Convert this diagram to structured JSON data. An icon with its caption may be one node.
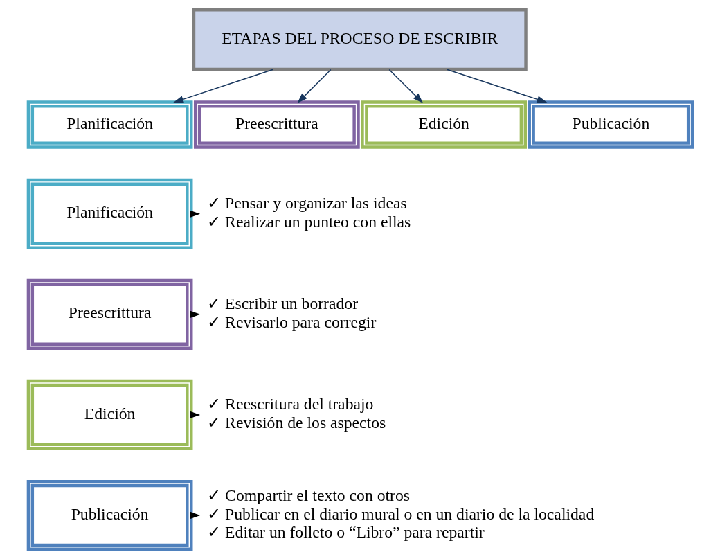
{
  "diagram": {
    "nodes": [
      {
        "text": [
          "ETAPAS DEL PROCESO DE ESCRIBIR"
        ]
      },
      {
        "text": [
          "Planificación"
        ]
      },
      {
        "text": [
          "Preescrittura"
        ]
      },
      {
        "text": [
          "Edición"
        ]
      },
      {
        "text": [
          "Publicación"
        ]
      },
      {
        "text": [
          "Planificación"
        ]
      },
      {
        "text": [
          "Preescrittura"
        ]
      },
      {
        "text": [
          "Edición"
        ]
      },
      {
        "text": [
          "Publicación"
        ]
      },
      {
        "text": [
          "✓ Pensar y organizar las ideas",
          "✓ Realizar un punteo con ellas"
        ]
      },
      {
        "text": [
          "✓ Escribir un borrador",
          "✓ Revisarlo para corregir"
        ]
      },
      {
        "text": [
          "✓ Reescritura del trabajo",
          "✓ Revisión de los aspectos"
        ]
      },
      {
        "text": [
          "✓ Compartir el texto con otros",
          "✓ Publicar en el diario mural o en un diario de la localidad",
          "✓ Editar un folleto o “Libro” para repartir"
        ]
      }
    ],
    "edges": [
      {
        "from": 0,
        "to": 1,
        "arrow": "to",
        "color": "#17365d"
      },
      {
        "from": 0,
        "to": 2,
        "arrow": "to",
        "color": "#17365d"
      },
      {
        "from": 0,
        "to": 3,
        "arrow": "to",
        "color": "#17365d"
      },
      {
        "from": 0,
        "to": 4,
        "arrow": "to",
        "color": "#17365d"
      },
      {
        "from": 5,
        "to": 9,
        "arrow": "to"
      },
      {
        "from": 6,
        "to": 10,
        "arrow": "to"
      },
      {
        "from": 7,
        "to": 11,
        "arrow": "to"
      },
      {
        "from": 8,
        "to": 12,
        "arrow": "to"
      }
    ]
  }
}
